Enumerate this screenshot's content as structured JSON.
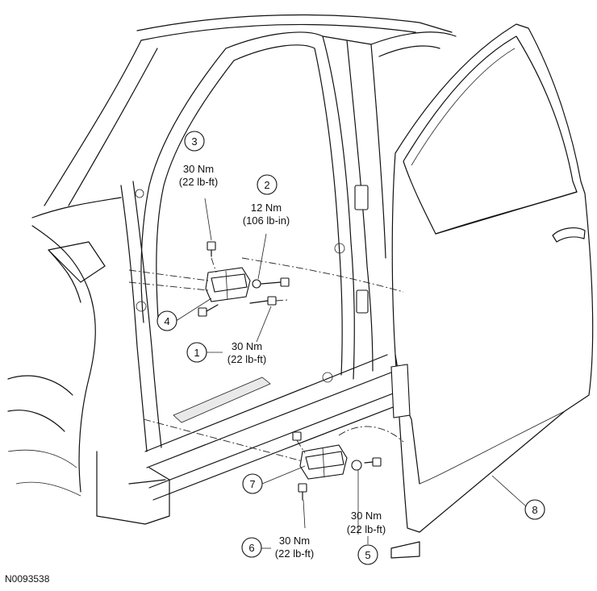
{
  "figure_id": "N0093538",
  "callouts": [
    {
      "num": "1",
      "line1": "30 Nm",
      "line2": "(22 lb-ft)"
    },
    {
      "num": "2",
      "line1": "12 Nm",
      "line2": "(106 lb-in)"
    },
    {
      "num": "3",
      "line1": "30 Nm",
      "line2": "(22 lb-ft)"
    },
    {
      "num": "4"
    },
    {
      "num": "5",
      "line1": "30 Nm",
      "line2": "(22 lb-ft)"
    },
    {
      "num": "6",
      "line1": "30 Nm",
      "line2": "(22 lb-ft)"
    },
    {
      "num": "7"
    },
    {
      "num": "8"
    }
  ]
}
